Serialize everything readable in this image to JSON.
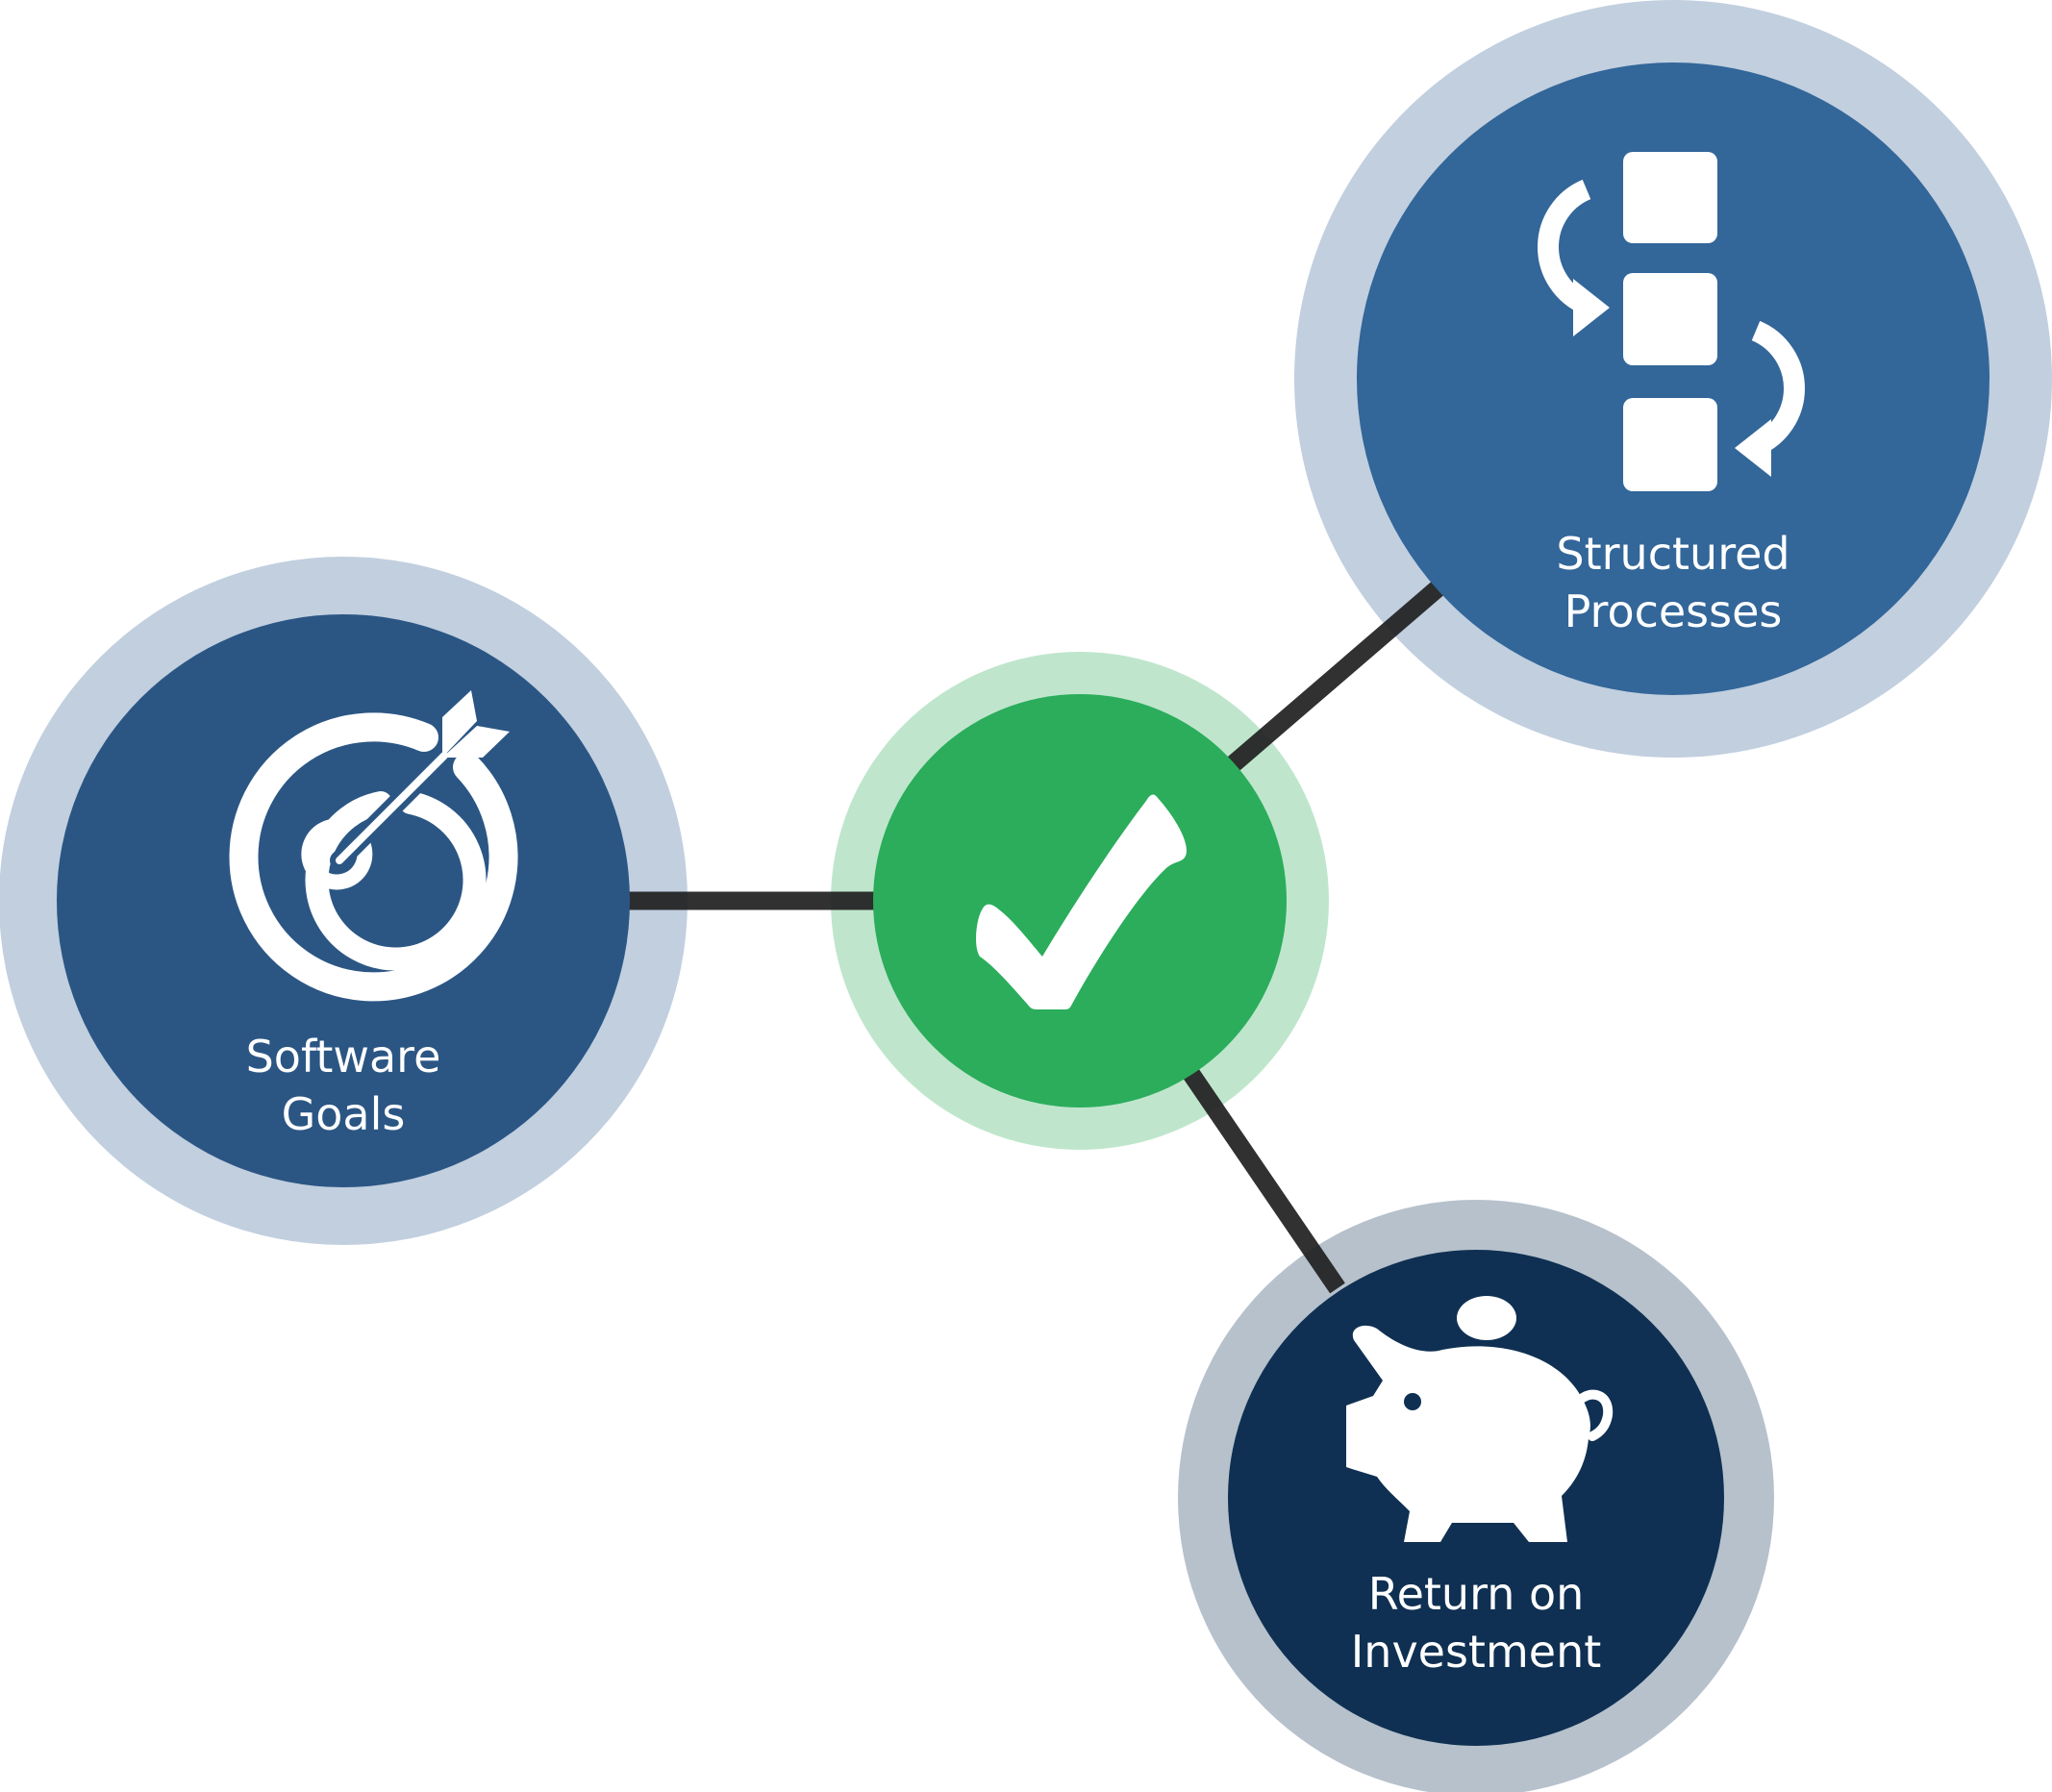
{
  "nodes": {
    "software_goals": {
      "line1": "Software",
      "line2": "Goals",
      "icon": "target-arrow-icon"
    },
    "structured_processes": {
      "line1": "Structured",
      "line2": "Processes",
      "icon": "process-cycle-icon"
    },
    "return_on_investment": {
      "line1": "Return on",
      "line2": "Investment",
      "icon": "piggy-bank-icon"
    },
    "center": {
      "icon": "checkmark-icon"
    }
  },
  "colors": {
    "goals_fill": "#2b5684",
    "processes_fill": "#336699",
    "roi_fill": "#0f3052",
    "ring_light": "#c1cfdf",
    "ring_roi": "#b6c1cc",
    "center_fill": "#2bad5c",
    "center_ring": "#bfe6cc",
    "connector": "#1f1f1f",
    "icon": "#ffffff"
  }
}
